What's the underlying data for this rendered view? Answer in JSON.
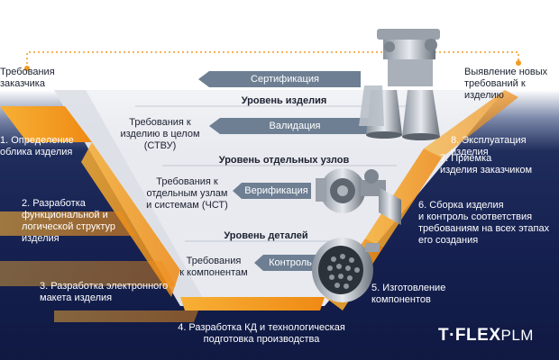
{
  "header": {
    "left_requirements": "Требования\nзаказчика",
    "right_requirements": "Выявление новых\nтребований к изделию",
    "certification": "Сертификация"
  },
  "levels": {
    "product": "Уровень изделия",
    "nodes": "Уровень отдельных узлов",
    "details": "Уровень деталей"
  },
  "center": {
    "req_product": "Требования к\nизделию в целом\n(СТВУ)",
    "validation": "Валидация",
    "req_nodes": "Требования к\nотдельным узлам\nи системам (ЧСТ)",
    "verification": "Верификация",
    "req_components": "Требования\nк компонентам",
    "control": "Контроль"
  },
  "left_steps": [
    "1. Определение\nоблика изделия",
    "2. Разработка\nфункциональной и\nлогической структур\nизделия",
    "3. Разработка электронного\nмакета изделия"
  ],
  "bottom_step": "4. Разработка КД и технологическая\nподготовка производства",
  "right_steps": [
    "5. Изготовление\nкомпонентов",
    "6. Сборка изделия\nи контроль соответствия\nтребованиям на всех этапах\nего создания",
    "7. Приёмка\nизделия заказчиком",
    "8. Эксплуатация изделия"
  ],
  "logo": {
    "main": "T·FLEX",
    "suffix": "PLM"
  },
  "colors": {
    "orange": "#f39a1e",
    "gray_arrow": "#6e7f93",
    "navy": "#1a2657"
  }
}
